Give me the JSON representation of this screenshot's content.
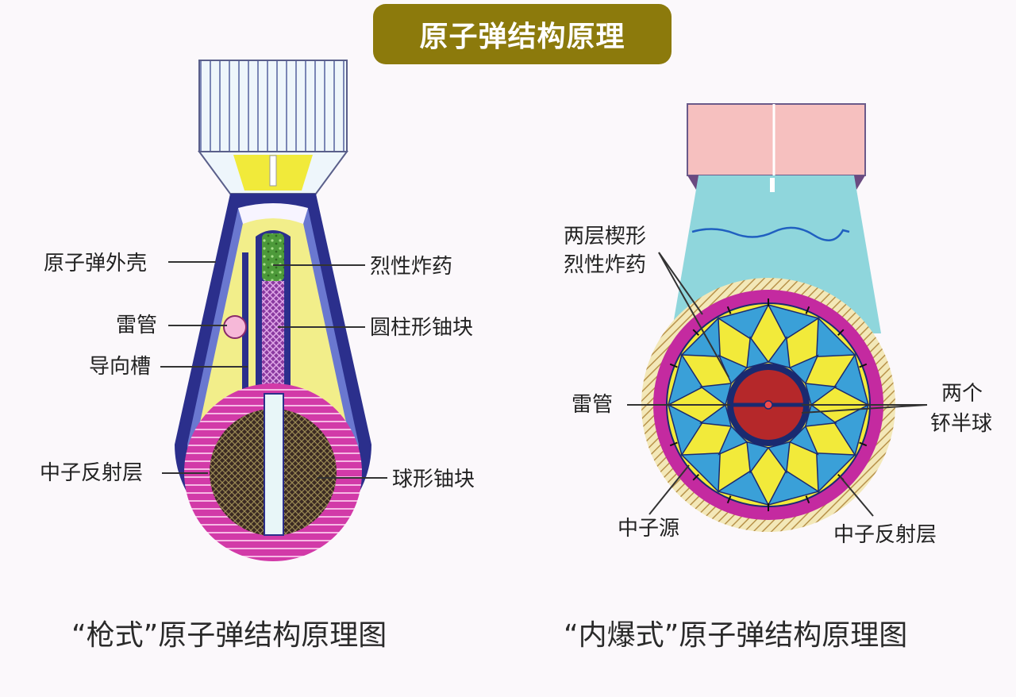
{
  "title": "原子弹结构原理",
  "gun_type": {
    "caption": "“枪式”原子弹结构原理图",
    "labels": {
      "shell": "原子弹外壳",
      "detonator": "雷管",
      "guide_groove": "导向槽",
      "neutron_reflector": "中子反射层",
      "explosive": "烈性炸药",
      "cylinder_block": "圆柱形铀块",
      "sphere_block": "球形铀块"
    }
  },
  "implosion_type": {
    "caption": "“内爆式”原子弹结构原理图",
    "labels": {
      "wedge_line1": "两层楔形",
      "wedge_line2": "烈性炸药",
      "detonator": "雷管",
      "neutron_source": "中子源",
      "neutron_reflector": "中子反射层",
      "hemispheres_line1": "两个",
      "hemispheres_line2": "钚半球"
    }
  },
  "colors": {
    "banner": "#8c7a0c",
    "shell_blue": "#2b2f8c",
    "explosive_yellow": "#f2ee8a",
    "reflector_magenta": "#c42aa0",
    "tail_cyan": "#8fd6dc",
    "tail_pink": "#f6c0bf",
    "core_red": "#b5282a"
  }
}
